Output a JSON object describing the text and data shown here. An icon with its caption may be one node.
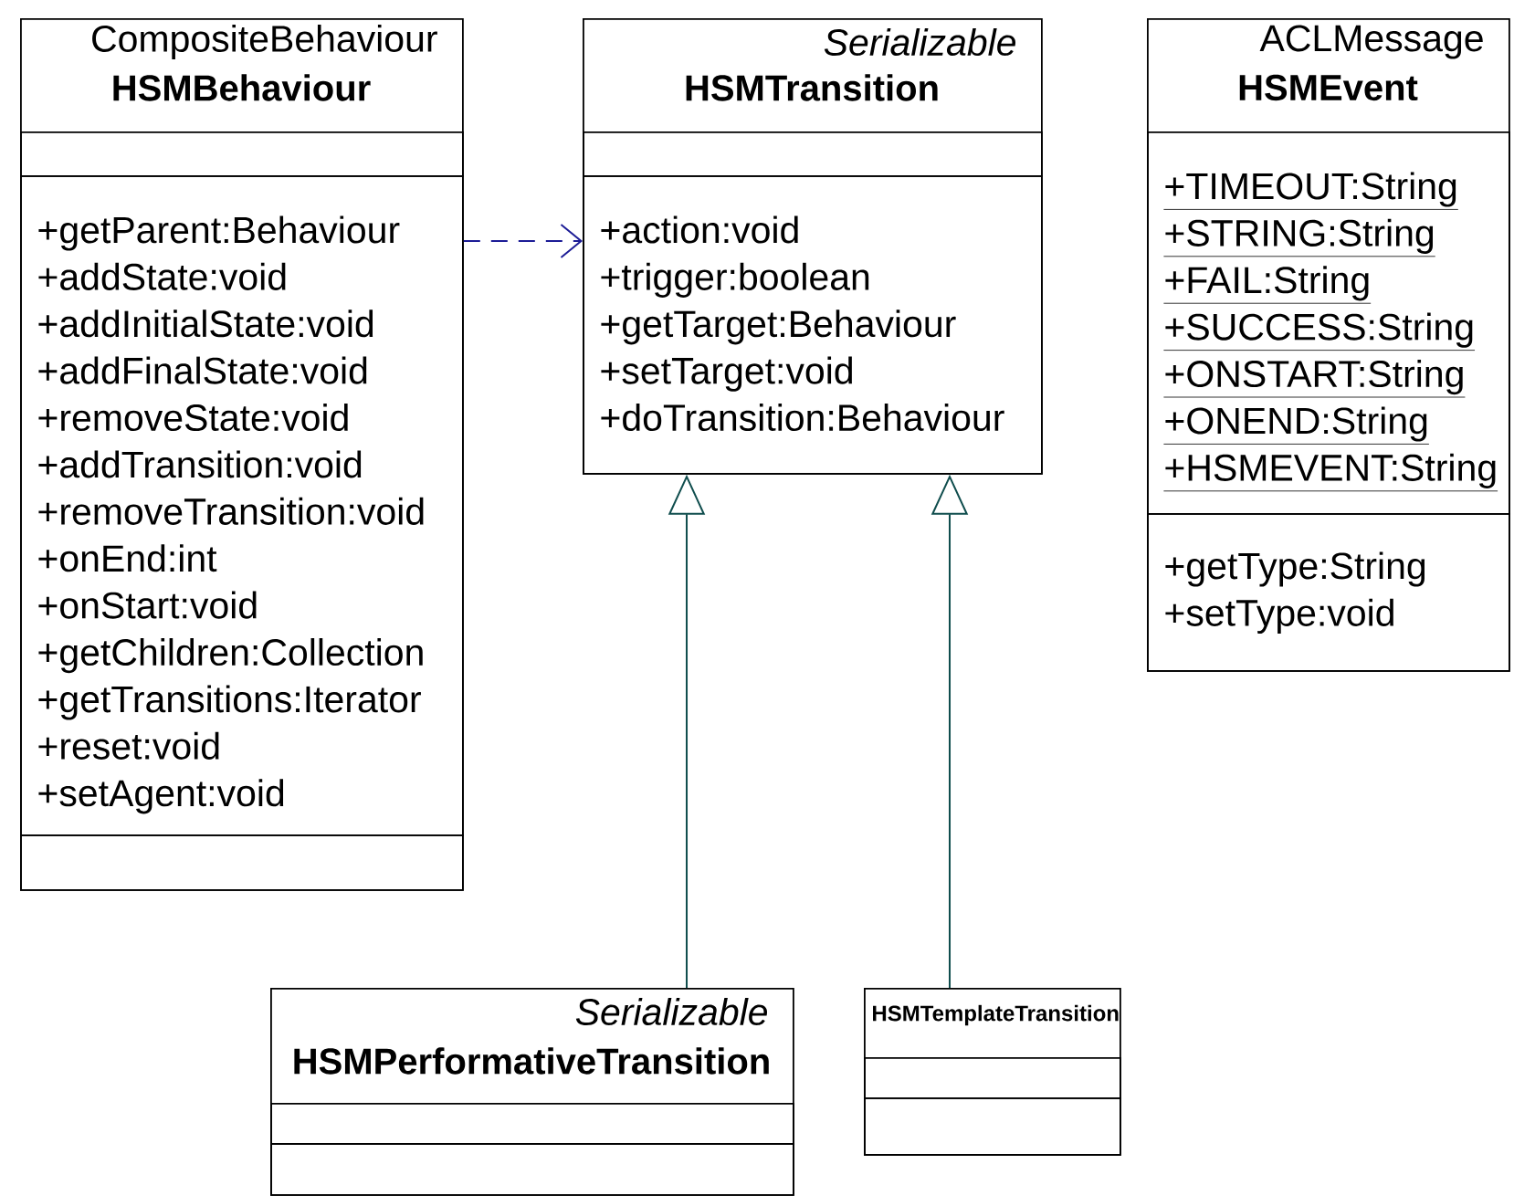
{
  "diagram": {
    "nodes": [
      {
        "text": [
          "CompositeBehaviour",
          "HSMBehaviour"
        ]
      },
      {
        "text": [],
        "shape": "box",
        "in": 0
      },
      {
        "text": [
          "+getParent:Behaviour",
          "+addState:void",
          "+addInitialState:void",
          "+addFinalState:void",
          "+removeState:void",
          "+addTransition:void",
          "+removeTransition:void",
          "+onEnd:int",
          "+onStart:void",
          "+getChildren:Collection",
          "+getTransitions:Iterator",
          "+reset:void",
          "+setAgent:void"
        ],
        "in": 0
      },
      {
        "text": [],
        "shape": "box",
        "in": 0
      },
      {
        "text": [
          "Serializable",
          "HSMTransition"
        ]
      },
      {
        "text": [],
        "shape": "box",
        "in": 4
      },
      {
        "text": [
          "+action:void",
          "+trigger:boolean",
          "+getTarget:Behaviour",
          "+setTarget:void",
          "+doTransition:Behaviour"
        ],
        "in": 4
      },
      {
        "text": [
          "ACLMessage",
          "HSMEvent"
        ]
      },
      {
        "text": [
          "+TIMEOUT:String",
          "+STRING:String",
          "+FAIL:String",
          "+SUCCESS:String",
          "+ONSTART:String",
          "+ONEND:String",
          "+HSMEVENT:String"
        ],
        "in": 7
      },
      {
        "text": [
          "+getType:String",
          "+setType:void"
        ],
        "in": 7
      },
      {
        "text": [
          "Serializable",
          "HSMPerformativeTransition"
        ]
      },
      {
        "text": [],
        "shape": "box",
        "in": 10
      },
      {
        "text": [],
        "shape": "box",
        "in": 10
      },
      {
        "text": [
          "HSMTemplateTransition"
        ]
      },
      {
        "text": [],
        "shape": "box",
        "in": 13
      },
      {
        "text": [],
        "shape": "box",
        "in": 13
      }
    ],
    "edges": [
      {
        "from": 0,
        "to": 4,
        "arrow": "to",
        "style": "dashed",
        "color": "#1c1c96"
      },
      {
        "from": 10,
        "to": 4,
        "arrow": "to"
      },
      {
        "from": 13,
        "to": 4,
        "arrow": "to"
      }
    ]
  }
}
